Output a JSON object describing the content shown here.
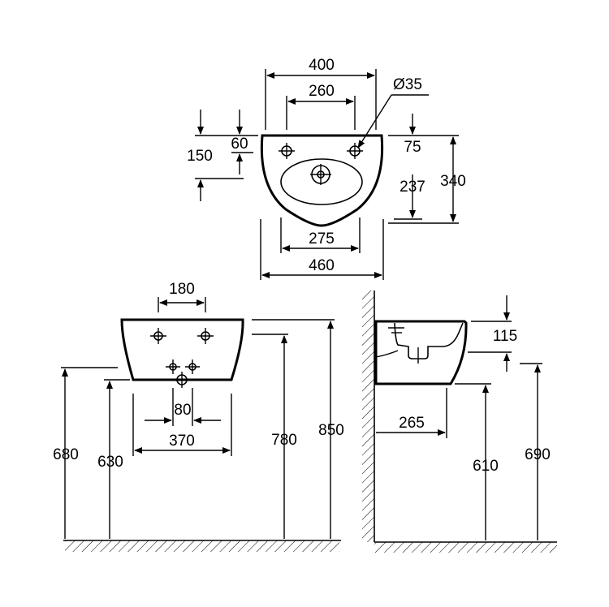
{
  "top_view": {
    "width_overall": "400",
    "hole_spacing": "260",
    "hole_diameter": "Ø35",
    "depth_to_hole": "150",
    "hole_from_back": "60",
    "hole_from_back_right": "75",
    "bowl_depth": "237",
    "depth_overall": "340",
    "bowl_width": "275",
    "base_width": "460"
  },
  "front_view": {
    "bracket_spacing": "180",
    "drain_spacing": "80",
    "mounting_width": "370",
    "mount_height_1": "680",
    "mount_height_2": "630",
    "rim_height_1": "780",
    "rim_height_2": "850"
  },
  "side_view": {
    "rim_offset": "115",
    "projection": "265",
    "underside_height": "610",
    "mount_height": "690"
  },
  "colors": {
    "line": "#000000",
    "background": "#ffffff"
  }
}
